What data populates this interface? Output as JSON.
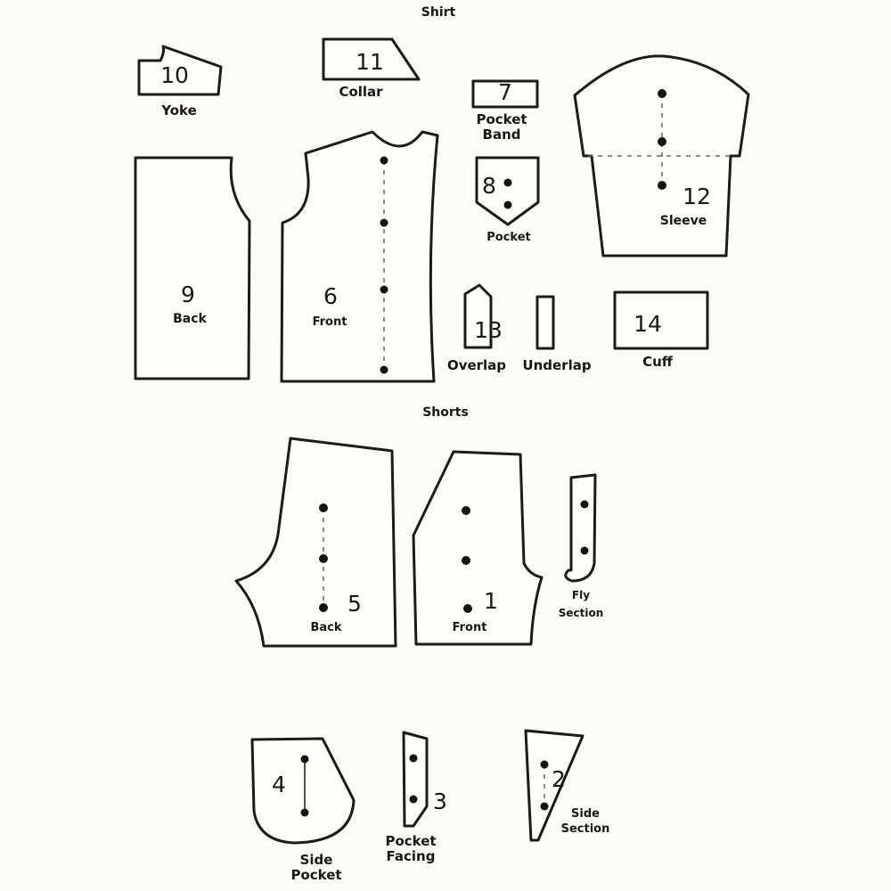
{
  "sections": {
    "shirt": {
      "title": "Shirt"
    },
    "shorts": {
      "title": "Shorts"
    }
  },
  "shirt_pieces": [
    {
      "number": "10",
      "name": "Yoke"
    },
    {
      "number": "11",
      "name": "Collar"
    },
    {
      "number": "7",
      "name": "Pocket Band",
      "name_lines": [
        "Pocket",
        "Band"
      ]
    },
    {
      "number": "8",
      "name": "Pocket"
    },
    {
      "number": "12",
      "name": "Sleeve"
    },
    {
      "number": "9",
      "name": "Back"
    },
    {
      "number": "6",
      "name": "Front"
    },
    {
      "number": "13",
      "name": "Overlap"
    },
    {
      "number": "",
      "name": "Underlap"
    },
    {
      "number": "14",
      "name": "Cuff"
    }
  ],
  "shorts_pieces": [
    {
      "number": "5",
      "name": "Back"
    },
    {
      "number": "1",
      "name": "Front"
    },
    {
      "number": "",
      "name": "Fly Section",
      "name_lines": [
        "Fly",
        "Section"
      ]
    },
    {
      "number": "4",
      "name": "Side Pocket",
      "name_lines": [
        "Side",
        "Pocket"
      ]
    },
    {
      "number": "3",
      "name": "Pocket Facing",
      "name_lines": [
        "Pocket",
        "Facing"
      ]
    },
    {
      "number": "2",
      "name": "Side Section",
      "name_lines": [
        "Side",
        "Section"
      ]
    }
  ],
  "colors": {
    "background": "#fdfcf8",
    "outline": "#1e1a14"
  }
}
